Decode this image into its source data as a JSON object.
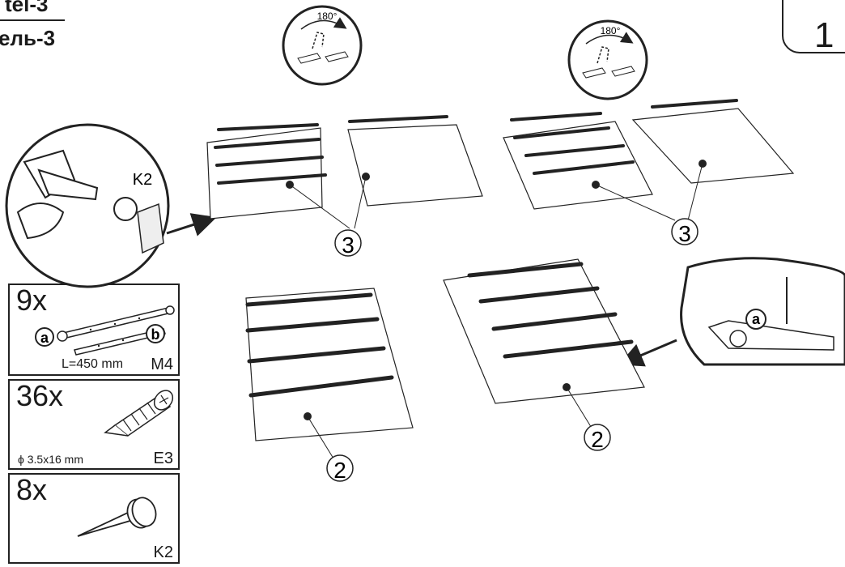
{
  "title": {
    "line1": "tel-3",
    "line2": "ель-3"
  },
  "step_number": "1",
  "parts": [
    {
      "qty": "9x",
      "code": "M4",
      "spec": "L=450 mm",
      "label_a": "a",
      "label_b": "b"
    },
    {
      "qty": "36x",
      "code": "E3",
      "spec": "ϕ 3.5x16 mm"
    },
    {
      "qty": "8x",
      "code": "K2"
    }
  ],
  "callouts": {
    "rotate_angle": "180°",
    "hammer_tool": "K2",
    "detail_a": "a"
  },
  "panel_labels": {
    "back_left": "3",
    "back_right": "3",
    "front_left": "2",
    "front_right": "2"
  }
}
